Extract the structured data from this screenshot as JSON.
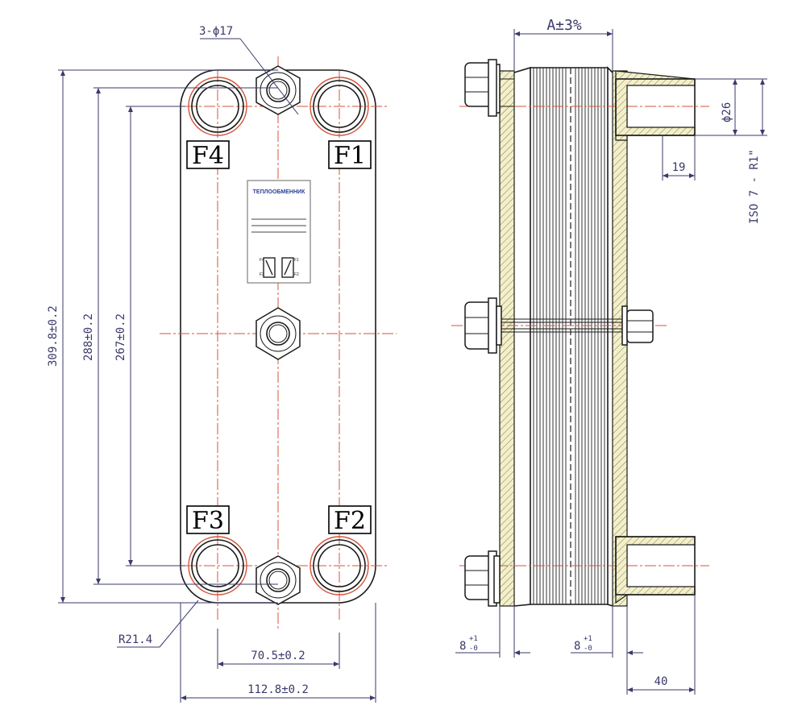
{
  "ports": [
    "F1",
    "F2",
    "F3",
    "F4"
  ],
  "dimensions": {
    "hole": "3-ϕ17",
    "stud_thickness": "A±3%",
    "conn_diameter": "ϕ26",
    "thread_len": "19",
    "thread_spec": "ISO 7 - R1\"",
    "height_total": "309.8±0.2",
    "height_mid": "288±0.2",
    "height_inner": "267±0.2",
    "corner_radius": "R21.4",
    "port_spacing": "70.5±0.2",
    "width_total": "112.8±0.2",
    "plate_thk_left": "8",
    "plate_thk_right": "8",
    "tol_plus": "+1",
    "tol_minus": "-0",
    "conn_length": "40"
  },
  "nameplate": {
    "brand": "ТЕПЛООБМЕННИК",
    "mini_ports": [
      "F4",
      "F1",
      "F3",
      "F2"
    ]
  },
  "colors": {
    "outline": "#1a1a1a",
    "dimension": "#3a3a6a",
    "centerline": "#d4553a",
    "port_ring": "#d4553a",
    "brand_text": "#2b3f9a"
  }
}
